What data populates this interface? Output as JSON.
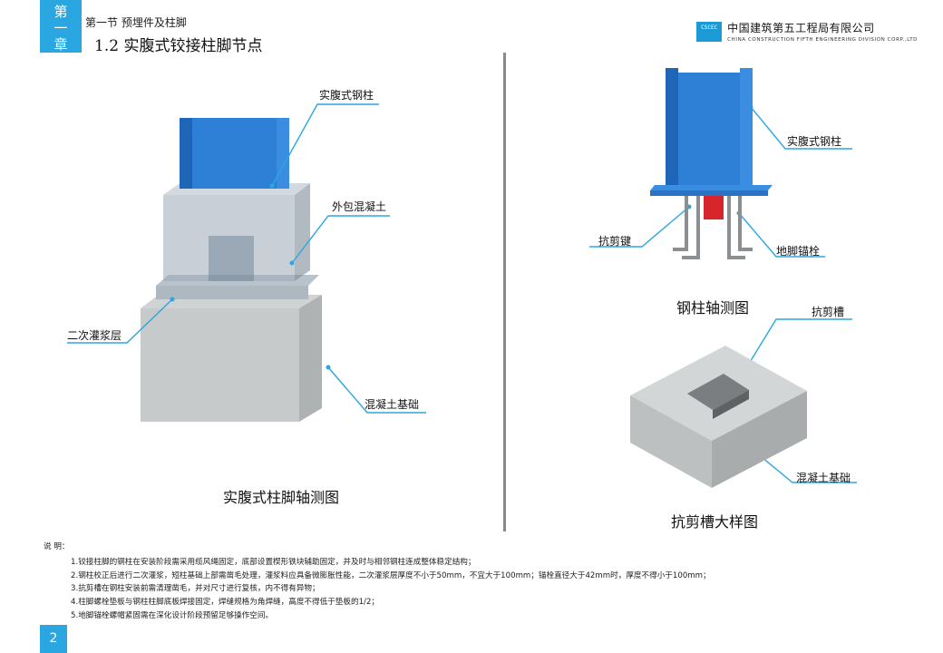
{
  "header": {
    "chapter_chars": [
      "第",
      "一",
      "章"
    ],
    "section_sub": "第一节 预埋件及柱脚",
    "section_title": "1.2 实腹式铰接柱脚节点",
    "company_cn": "中国建筑第五工程局有限公司",
    "company_en": "CHINA CONSTRUCTION FIFTH ENGINEERING DIVISION CORP.,LTD",
    "logo_text": "CSCEC",
    "accent": "#2aa7e0"
  },
  "left_figure": {
    "labels": {
      "steel_column": "实腹式钢柱",
      "outer_concrete": "外包混凝土",
      "grout": "二次灌浆层",
      "foundation": "混凝土基础"
    },
    "caption": "实腹式柱脚轴测图"
  },
  "right_top_figure": {
    "labels": {
      "steel_column": "实腹式钢柱",
      "shear_key": "抗剪键",
      "anchor_bolt": "地脚锚栓"
    },
    "caption": "钢柱轴测图"
  },
  "right_bottom_figure": {
    "labels": {
      "shear_slot": "抗剪槽",
      "foundation": "混凝土基础"
    },
    "caption": "抗剪槽大样图"
  },
  "notes": {
    "title": "说 明：",
    "items": [
      "1.铰接柱脚的钢柱在安装阶段需采用缆风绳固定，底部设置楔形铁块辅助固定，并及时与相邻钢柱连成整体稳定结构；",
      "2.钢柱校正后进行二次灌浆，短柱基础上部需凿毛处理，灌浆料应具备微膨胀性能，二次灌浆层厚度不小于50mm，不宜大于100mm；锚栓直径大于42mm时，厚度不得小于100mm；",
      "3.抗剪槽在钢柱安装前需清理凿毛，并对尺寸进行复核，内不得有异物；",
      "4.柱脚螺栓垫板与钢柱柱脚底板焊接固定，焊缝规格为角焊缝，高度不得低于垫板的1/2；",
      "5.地脚锚栓螺帽紧固需在深化设计阶段预留足够操作空间。"
    ]
  },
  "page_number": "2"
}
